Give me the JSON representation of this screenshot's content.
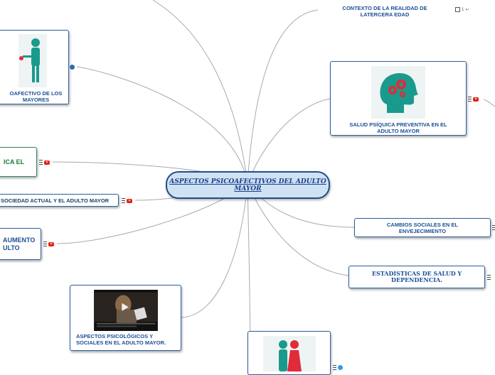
{
  "central": {
    "title": "ASPECTOS PSICOAFECTIVOS DEL ADULTO MAYOR"
  },
  "nodes": {
    "contexto": "CONTEXTO DE LA REALIDAD DE LATERCERA EDAD",
    "contexto_count": "1",
    "salud_psiquica": "SALUD PSÍQUICA PREVENTIVA EN EL ADULTO MAYOR",
    "cambios_sociales": "CAMBIOS SOCIALES EN EL ENVEJECIMIENTO",
    "estadisticas": "ESTADISTICAS DE SALUD Y DEPENDENCIA.",
    "aspectos_psico": "ASPECTOS PSICOLÓGICOS Y SOCIALES EN EL ADULTO MAYOR.",
    "afectivo": "OAFECTIVO DE LOS MAYORES",
    "salud_fisica": "ICA EL",
    "sociedad": "SOCIEDAD ACTUAL Y EL ADULTO MAYOR",
    "aumento": "AUMENTO ULTO"
  },
  "colors": {
    "line": "#a9a9a9",
    "node_border": "#2e5f9e",
    "central_fill": "#cfe2f3",
    "green_border": "#2e8b57",
    "teal": "#1a9a8c",
    "red": "#e02b3a"
  }
}
